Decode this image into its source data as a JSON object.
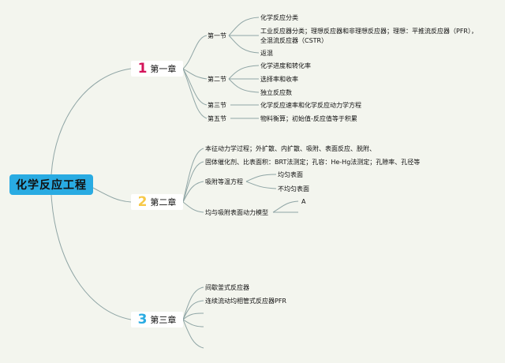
{
  "root": {
    "label": "化学反应工程"
  },
  "colors": {
    "num1": "#d4145a",
    "num2": "#f7c948",
    "num3": "#29abe2",
    "branch": "#8fa5a5",
    "root_bg": "#29abe2"
  },
  "ch1": {
    "num": "1",
    "label": "第一章",
    "s1": {
      "label": "第一节",
      "i0": "化学反应分类",
      "i1a": "工业反应器分类；理想反应器和非理想反应器；理想：平推流反应器（PFR），",
      "i1b": "全混流反应器（CSTR）",
      "i2": "返混"
    },
    "s2": {
      "label": "第二节",
      "i0": "化学进度和转化率",
      "i1": "选择率和收率",
      "i2": "独立反应数"
    },
    "s3": {
      "label": "第三节",
      "i0": "化学反应速率和化学反应动力学方程"
    },
    "s5": {
      "label": "第五节",
      "i0": "物料衡算；初始值-反应值等于积累"
    }
  },
  "ch2": {
    "num": "2",
    "label": "第二章",
    "i0": "本征动力学过程；外扩散、内扩散、吸附、表面反应、脱附、",
    "i1": "固体催化剂、比表面积：BRT法测定；孔容：He-Hg法测定；孔隙率、孔径等",
    "ads": {
      "label": "吸附等温方程",
      "a": "均匀表面",
      "b": "不均匀表面"
    },
    "model": {
      "label": "均与吸附表面动力模型",
      "a": "A"
    }
  },
  "ch3": {
    "num": "3",
    "label": "第三章",
    "i0": "间歇釜式反应器",
    "i1": "连续流动均相管式反应器PFR"
  }
}
